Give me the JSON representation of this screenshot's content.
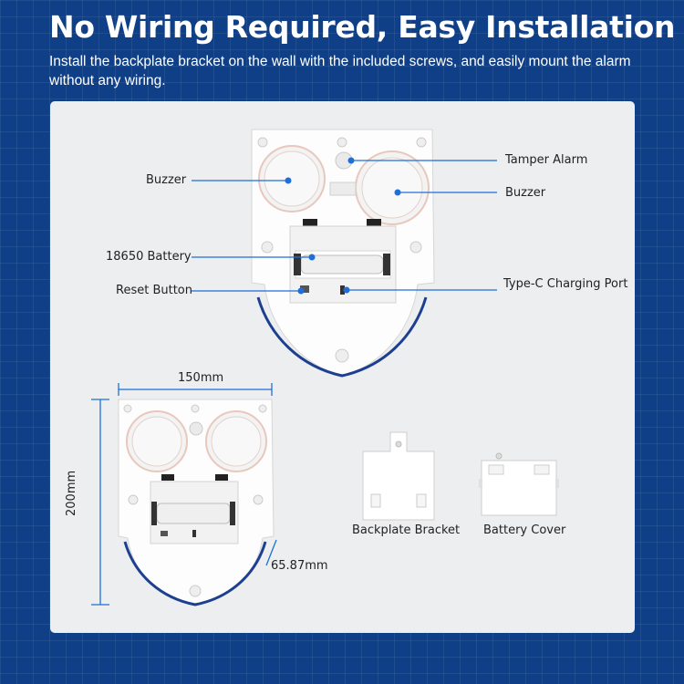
{
  "header": {
    "title": "No Wiring Required, Easy Installation",
    "subtitle": "Install the backplate bracket on the wall with the included screws, and easily mount the alarm without any wiring."
  },
  "callouts": {
    "buzzer_left": "Buzzer",
    "tamper_alarm": "Tamper Alarm",
    "buzzer_right": "Buzzer",
    "battery": "18650 Battery",
    "reset_button": "Reset Button",
    "charging_port": "Type-C Charging Port"
  },
  "dimensions": {
    "width": "150mm",
    "height": "200mm",
    "depth": "65.87mm"
  },
  "accessories": {
    "backplate": "Backplate Bracket",
    "battery_cover": "Battery Cover"
  },
  "colors": {
    "background": "#0f3f86",
    "accent_dot": "#1e6fd8",
    "device_trim": "#1c3f8f"
  }
}
